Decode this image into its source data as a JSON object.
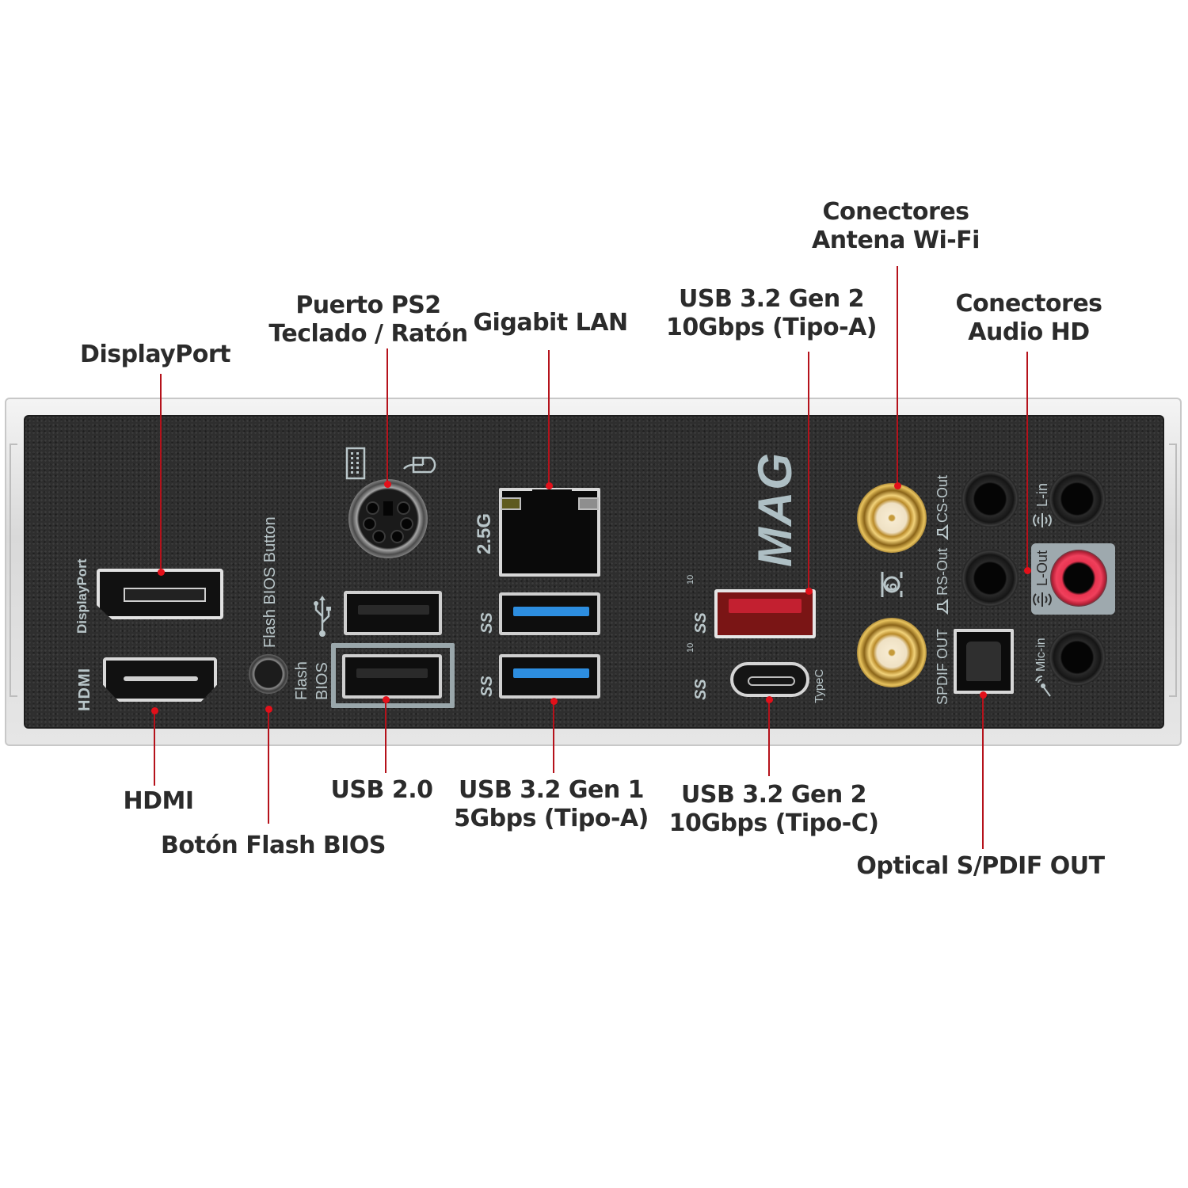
{
  "diagram": {
    "title": "Motherboard rear I/O panel",
    "colors": {
      "leader": "#b5121b",
      "dot": "#e3101a",
      "callout_text": "#2b2b2b",
      "plate": "#2e2e2e",
      "silkscreen": "#b9c6c9",
      "usb3_blue": "#2d8ee0",
      "usb_gen2_red": "#c32030",
      "audio_lout_pink": "#f0405c"
    },
    "callouts_top": [
      {
        "id": "displayport",
        "lines": [
          "DisplayPort"
        ]
      },
      {
        "id": "ps2",
        "lines": [
          "Puerto PS2",
          "Teclado / Ratón"
        ]
      },
      {
        "id": "lan",
        "lines": [
          "Gigabit LAN"
        ]
      },
      {
        "id": "usb-gen2-a",
        "lines": [
          "USB 3.2 Gen 2",
          "10Gbps (Tipo-A)"
        ]
      },
      {
        "id": "wifi",
        "lines": [
          "Conectores",
          "Antena Wi-Fi"
        ]
      },
      {
        "id": "audio",
        "lines": [
          "Conectores",
          "Audio HD"
        ]
      }
    ],
    "callouts_bottom": [
      {
        "id": "hdmi",
        "lines": [
          "HDMI"
        ]
      },
      {
        "id": "flash-bios",
        "lines": [
          "Botón Flash BIOS"
        ]
      },
      {
        "id": "usb2",
        "lines": [
          "USB 2.0"
        ]
      },
      {
        "id": "usb-gen1",
        "lines": [
          "USB 3.2 Gen 1",
          "5Gbps (Tipo-A)"
        ]
      },
      {
        "id": "usb-gen2-c",
        "lines": [
          "USB 3.2 Gen 2",
          "10Gbps (Tipo-C)"
        ]
      },
      {
        "id": "spdif",
        "lines": [
          "Optical S/PDIF OUT"
        ]
      }
    ],
    "silkscreen": {
      "displayport": "DisplayPort",
      "hdmi_logo": "HDMI",
      "flash_bios_button": "Flash BIOS Button",
      "flash_bios_line1": "Flash",
      "flash_bios_line2": "BIOS",
      "lan_speed": "2.5G",
      "ss_label": "SS",
      "ss10_sup": "10",
      "typec": "TypeC",
      "brand_logo": "MAG",
      "wifi6": "6",
      "cs_out": "CS-Out",
      "rs_out": "RS-Out",
      "spdif_out": "SPDIF OUT",
      "l_in": "L-in",
      "l_out": "L-Out",
      "mic_in": "Mic-in"
    }
  }
}
